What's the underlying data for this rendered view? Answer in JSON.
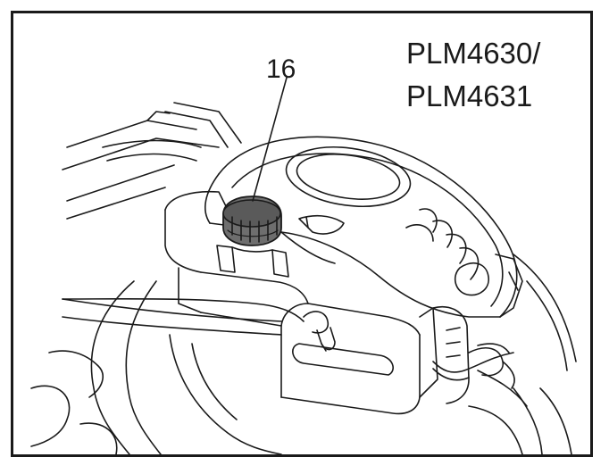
{
  "figure": {
    "model_line_1": "PLM4630/",
    "model_line_2": "PLM4631",
    "callout_label": "16",
    "cap_fill_color": "#6e6e6e",
    "line_color": "#1a1a1a"
  }
}
